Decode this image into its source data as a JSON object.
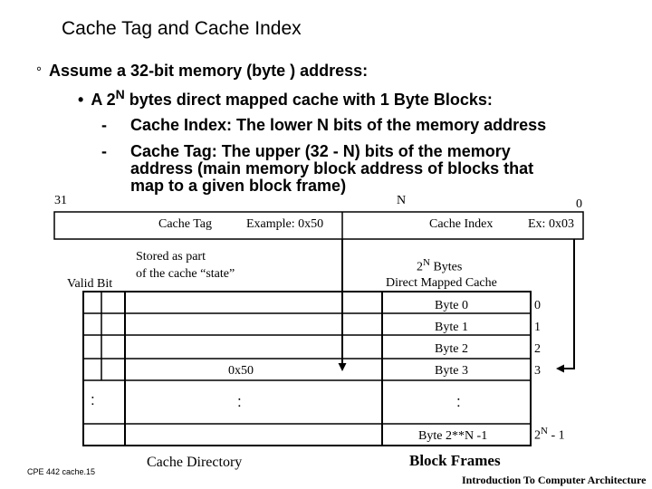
{
  "slide": {
    "title": "Cache Tag and  Cache Index",
    "bullet1_marker": "°",
    "bullet1": "Assume a 32-bit memory (byte ) address:",
    "bullet2_marker": "•",
    "bullet2_pre": "A 2",
    "bullet2_sup": "N",
    "bullet2_post": " bytes direct mapped cache with 1 Byte Blocks:",
    "dash": "-",
    "sub1": "Cache Index: The lower  N bits of the memory address",
    "sub2_line1": "Cache Tag: The upper (32 - N) bits of the memory",
    "sub2_line2": "address (main memory block address of blocks that",
    "sub2_line3": "map to a given block frame)"
  },
  "address": {
    "bit_high": "31",
    "bit_n": "N",
    "bit_low": "0",
    "tag_label": "Cache Tag",
    "tag_example": "Example: 0x50",
    "index_label": "Cache Index",
    "index_example": "Ex: 0x03"
  },
  "diagram": {
    "stored_line1": "Stored as part",
    "stored_line2": "of the cache “state”",
    "valid_bit": "Valid Bit",
    "tag_value": "0x50",
    "ellipsis": ":",
    "cache_size_pre": "2",
    "cache_size_sup": "N",
    "cache_size_post": "  Bytes",
    "cache_type": "Direct Mapped Cache",
    "bytes": [
      "Byte 0",
      "Byte 1",
      "Byte 2",
      "Byte 3"
    ],
    "byte_indices": [
      "0",
      "1",
      "2",
      "3"
    ],
    "last_byte": "Byte 2**N -1",
    "last_index_pre": "2",
    "last_index_sup": "N",
    "last_index_post": " - 1",
    "cache_directory": "Cache Directory",
    "block_frames": "Block Frames"
  },
  "footer": {
    "left": "CPE 442  cache.15",
    "right": "Introduction To Computer Architecture"
  }
}
